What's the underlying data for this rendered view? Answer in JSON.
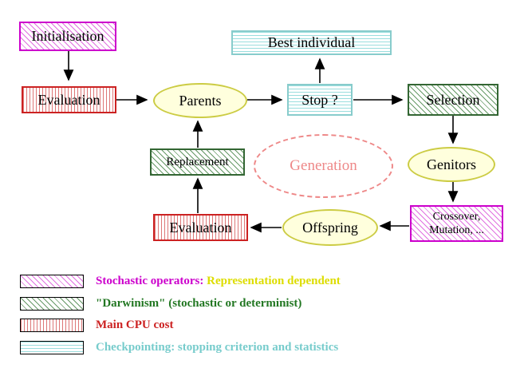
{
  "nodes": {
    "initialisation": {
      "label": "Initialisation"
    },
    "best_individual": {
      "label": "Best individual"
    },
    "evaluation_top": {
      "label": "Evaluation"
    },
    "parents": {
      "label": "Parents"
    },
    "stop": {
      "label": "Stop ?"
    },
    "selection": {
      "label": "Selection"
    },
    "replacement": {
      "label": "Replacement"
    },
    "generation": {
      "label": "Generation"
    },
    "genitors": {
      "label": "Genitors"
    },
    "crossover": {
      "line1": "Crossover,",
      "line2": "Mutation, ..."
    },
    "offspring": {
      "label": "Offspring"
    },
    "evaluation_bottom": {
      "label": "Evaluation"
    }
  },
  "legend": {
    "items": [
      {
        "text_primary": "Stochastic operators:",
        "text_secondary": " Representation dependent"
      },
      {
        "text_primary": "\"Darwinism\" (stochastic or determinist)"
      },
      {
        "text_primary": "Main CPU cost"
      },
      {
        "text_primary": "Checkpointing: stopping criterion and statistics"
      }
    ]
  },
  "colors": {
    "magenta": "#cc00cc",
    "green": "#336633",
    "red": "#cc2222",
    "cyan": "#88cccc",
    "ellipse_fill": "#ffffdd",
    "ellipse_border": "#cccc44",
    "generation_pink": "#ee8888",
    "legend_yellow": "#dddd00"
  }
}
